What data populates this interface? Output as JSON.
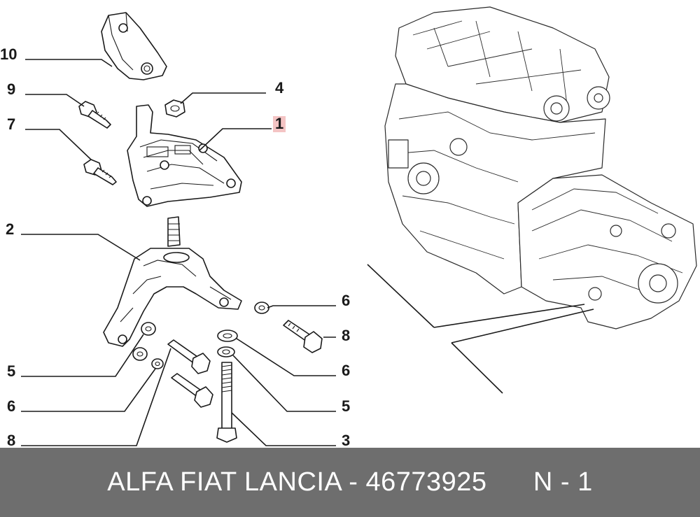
{
  "callouts": {
    "c10": "10",
    "c9": "9",
    "c7": "7",
    "c4": "4",
    "c1": "1",
    "c2": "2",
    "c6a": "6",
    "c8a": "8",
    "c5a": "5",
    "c6b": "6",
    "c6c": "6",
    "c5b": "5",
    "c8b": "8",
    "c3": "3"
  },
  "colors": {
    "highlight": "#f4c4c4",
    "footer_bg": "#6e6e6e",
    "footer_text": "#ffffff"
  },
  "footer": {
    "text": "ALFA FIAT LANCIA - 46773925      N - 1"
  }
}
